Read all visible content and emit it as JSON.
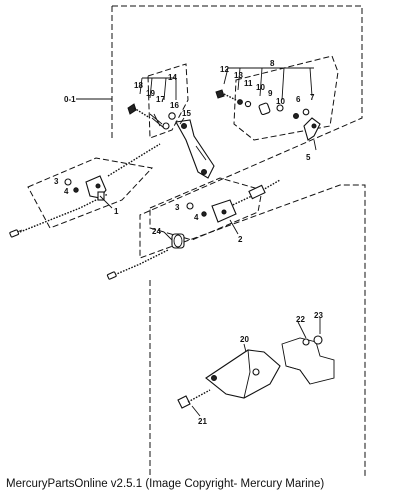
{
  "caption": "MercuryPartsOnline v2.5.1 (Image Copyright- Mercury Marine)",
  "callouts": {
    "c_0_1": "0-1",
    "c1": "1",
    "c2": "2",
    "c3a": "3",
    "c3b": "3",
    "c4a": "4",
    "c4b": "4",
    "c5": "5",
    "c6": "6",
    "c7": "7",
    "c8": "8",
    "c9": "9",
    "c10a": "10",
    "c10b": "10",
    "c11": "11",
    "c12": "12",
    "c13": "13",
    "c14": "14",
    "c15": "15",
    "c16": "16",
    "c17": "17",
    "c18": "18",
    "c19": "19",
    "c20": "20",
    "c21": "21",
    "c22": "22",
    "c23": "23",
    "c24": "24"
  }
}
